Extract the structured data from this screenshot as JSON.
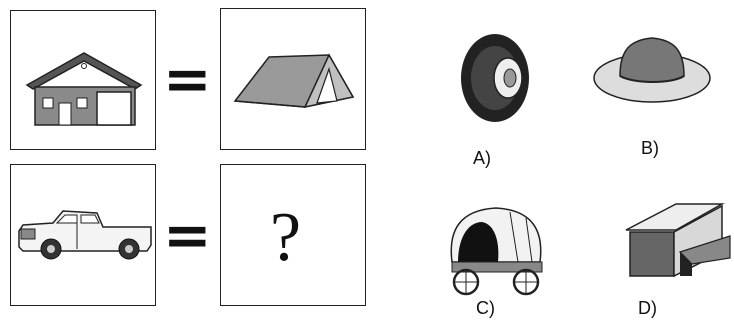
{
  "analogy": {
    "equals_sign": "=",
    "unknown_mark": "?",
    "left_top": "house-icon",
    "right_top": "tent-icon",
    "left_bottom": "pickup-truck-icon"
  },
  "options": [
    {
      "label": "A)",
      "icon": "tire-icon"
    },
    {
      "label": "B)",
      "icon": "hat-icon"
    },
    {
      "label": "C)",
      "icon": "covered-wagon-icon"
    },
    {
      "label": "D)",
      "icon": "garage-icon"
    }
  ]
}
